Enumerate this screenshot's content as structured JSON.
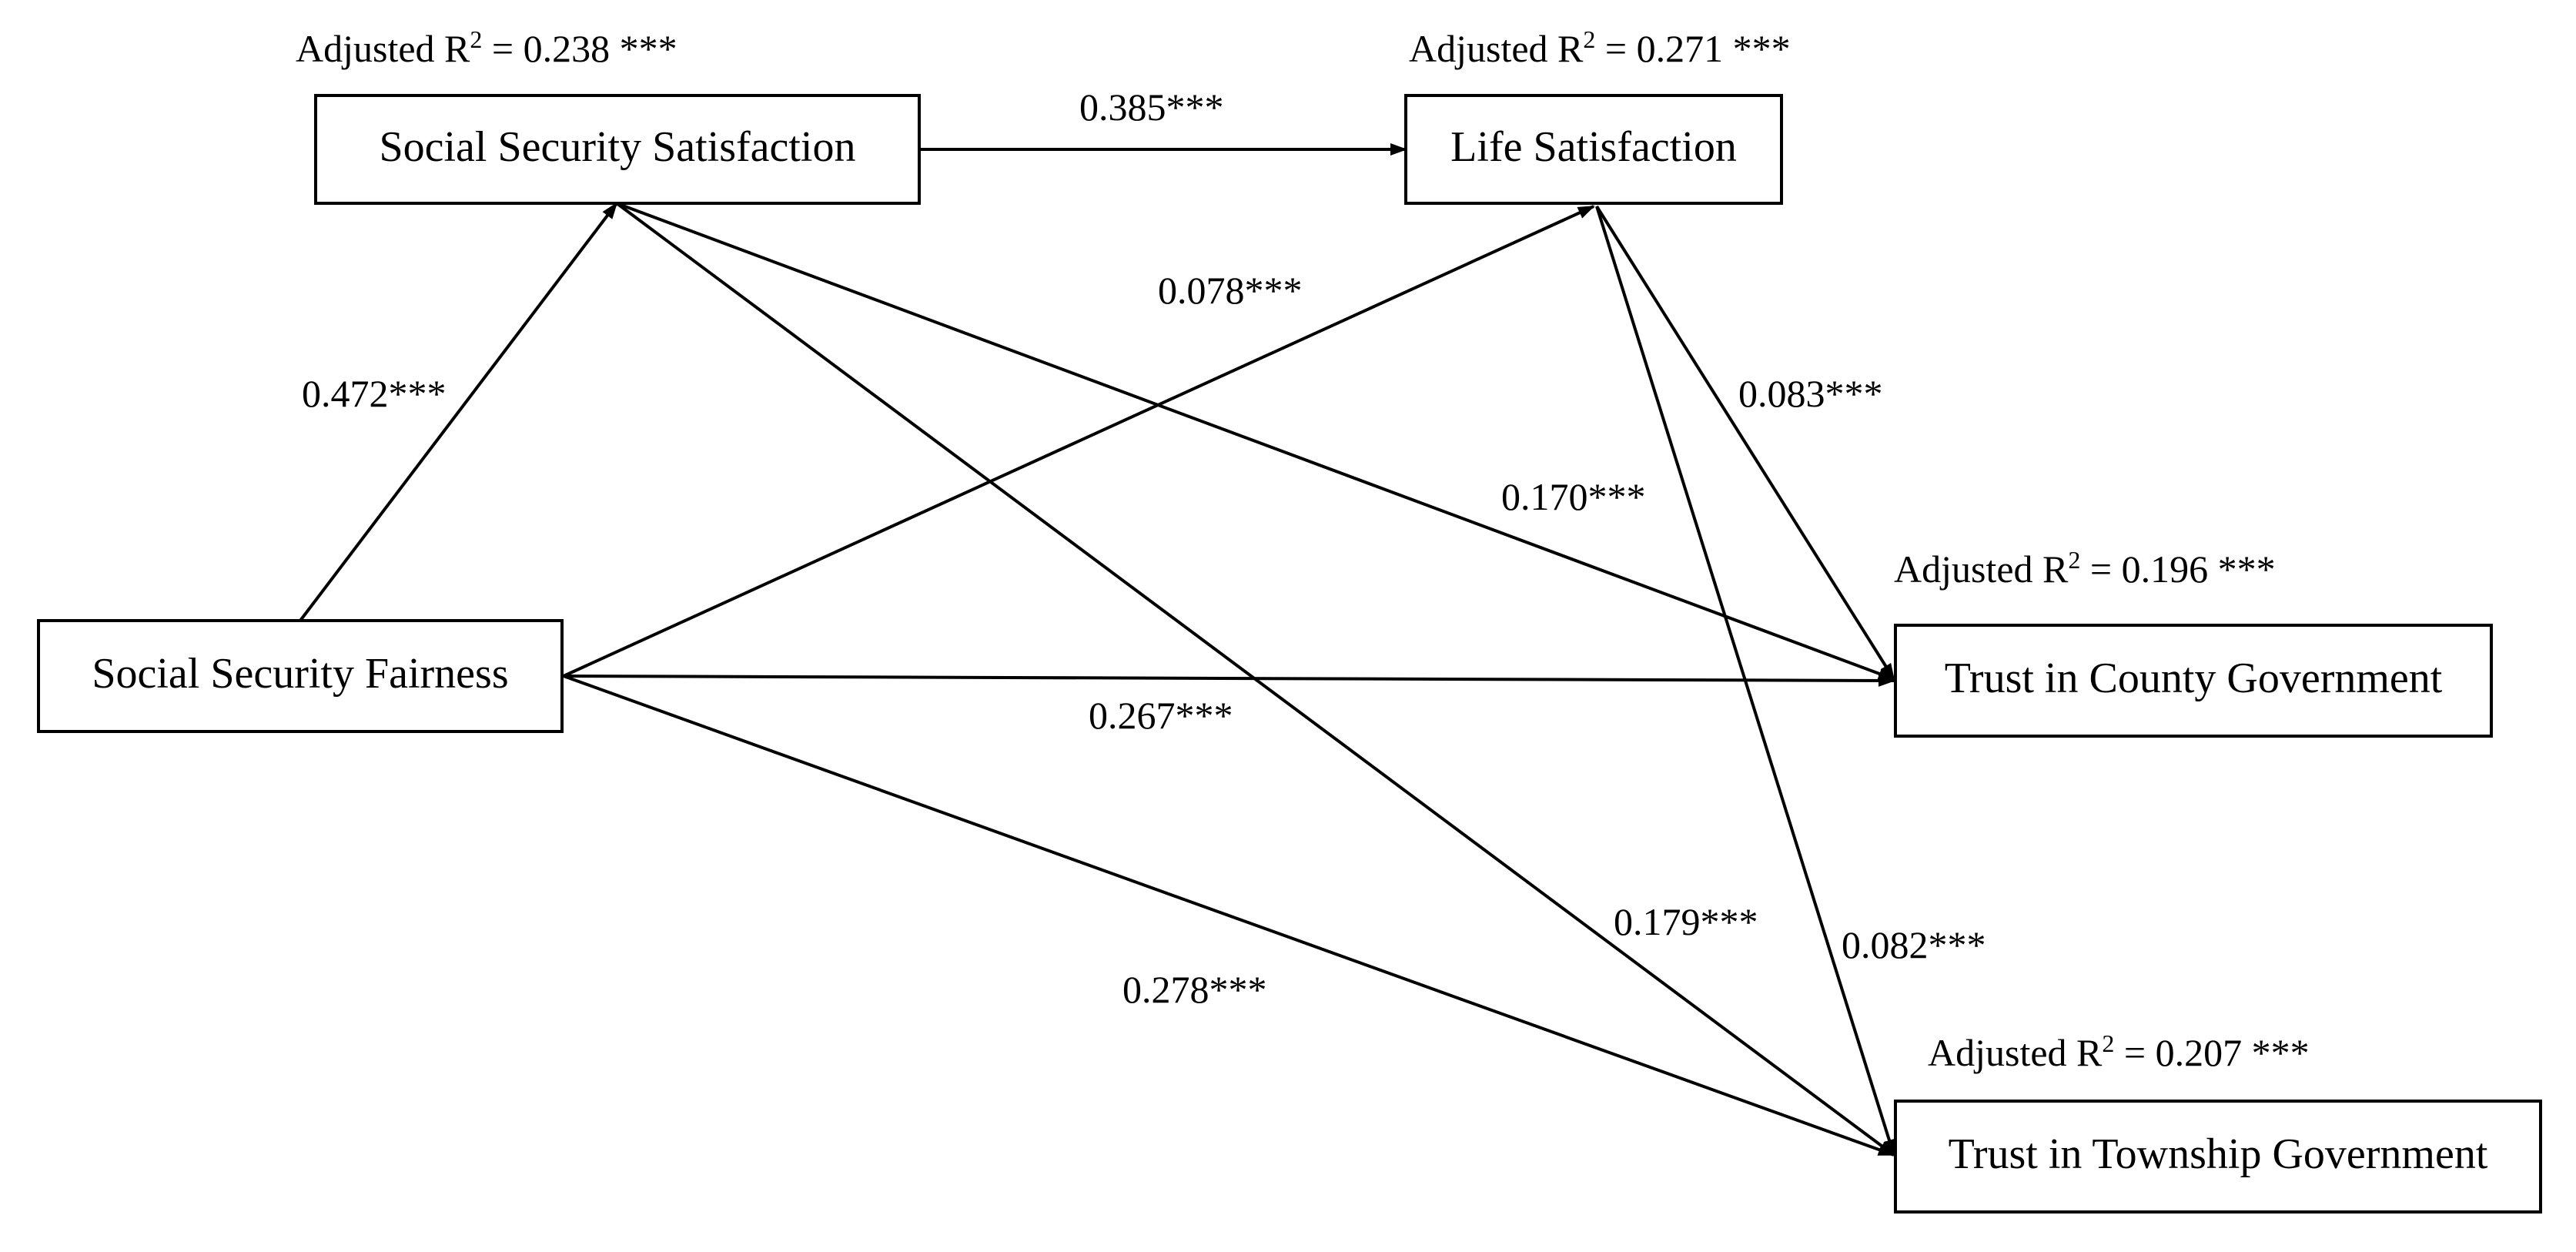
{
  "nodes": {
    "social_security_fairness": {
      "label": "Social Security Fairness"
    },
    "social_security_satisfaction": {
      "label": "Social Security Satisfaction",
      "r2": {
        "prefix": "Adjusted R",
        "sup": "2",
        "value": " = 0.238 ***"
      }
    },
    "life_satisfaction": {
      "label": "Life Satisfaction",
      "r2": {
        "prefix": "Adjusted R",
        "sup": "2",
        "value": " = 0.271 ***"
      }
    },
    "trust_county": {
      "label": "Trust in County Government",
      "r2": {
        "prefix": "Adjusted R",
        "sup": "2",
        "value": " = 0.196 ***"
      }
    },
    "trust_township": {
      "label": "Trust in Township Government",
      "r2": {
        "prefix": "Adjusted R",
        "sup": "2",
        "value": " = 0.207 ***"
      }
    }
  },
  "paths": [
    {
      "from": "social_security_fairness",
      "to": "social_security_satisfaction",
      "label": "0.472***"
    },
    {
      "from": "social_security_satisfaction",
      "to": "life_satisfaction",
      "label": "0.385***"
    },
    {
      "from": "social_security_fairness",
      "to": "life_satisfaction",
      "label": "0.078***"
    },
    {
      "from": "life_satisfaction",
      "to": "trust_county",
      "label": "0.083***"
    },
    {
      "from": "social_security_satisfaction",
      "to": "trust_county",
      "label": "0.170***"
    },
    {
      "from": "social_security_fairness",
      "to": "trust_county",
      "label": "0.267***"
    },
    {
      "from": "social_security_satisfaction",
      "to": "trust_township",
      "label": "0.179***"
    },
    {
      "from": "life_satisfaction",
      "to": "trust_township",
      "label": "0.082***"
    },
    {
      "from": "social_security_fairness",
      "to": "trust_township",
      "label": "0.278***"
    }
  ],
  "colors": {
    "line": "#000000",
    "box_fill": "#ffffff",
    "text": "#000000"
  }
}
